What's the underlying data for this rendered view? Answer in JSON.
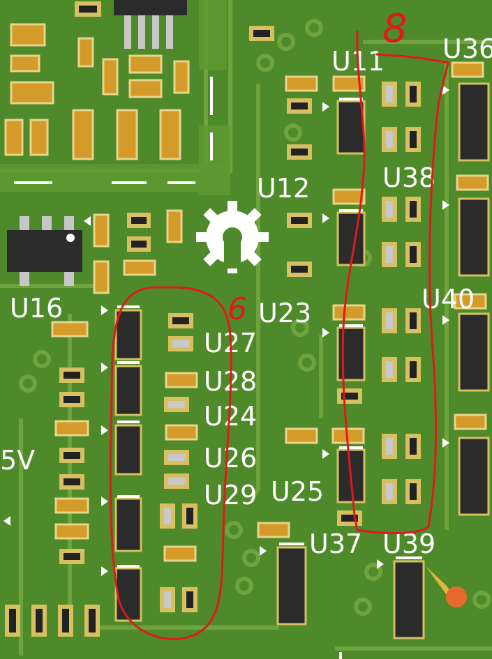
{
  "labels": {
    "u11": "U11",
    "u36": "U36",
    "u12": "U12",
    "u38": "U38",
    "u16": "U16",
    "u40": "U40",
    "u23": "U23",
    "u27": "U27",
    "u28": "U28",
    "u24": "U24",
    "u26": "U26",
    "v5": "5V",
    "u29": "U29",
    "u25": "U25",
    "u37": "U37",
    "u39": "U39"
  },
  "annotations": {
    "left_loop_number": "6",
    "right_loop_number": "8"
  },
  "colors": {
    "board": "#4f8a2a",
    "trace": "#6ea33e",
    "silkscreen": "#ffffff",
    "ic_body": "#2b2b2b",
    "capacitor": "#d49a2a",
    "pad": "#d6c061",
    "ink": "#e0191b"
  }
}
